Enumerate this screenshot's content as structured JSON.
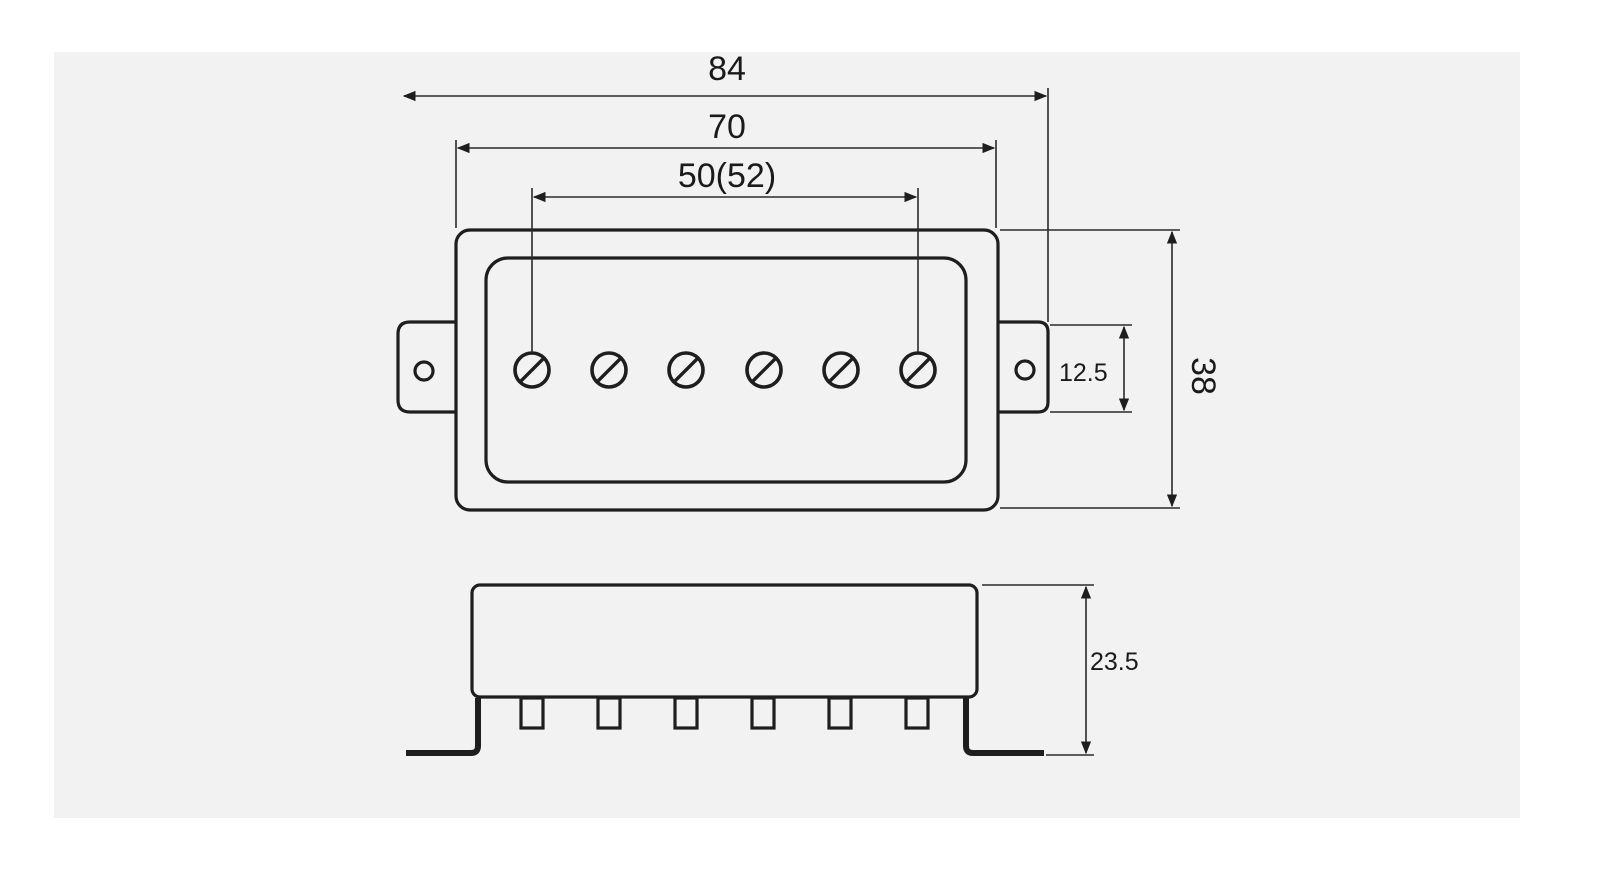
{
  "colors": {
    "page_background": "#ffffff",
    "panel_background": "#f2f2f2",
    "line": "#1e1e1e"
  },
  "dimensions": {
    "overall_width": "84",
    "cover_width": "70",
    "pole_spacing": "50(52)",
    "tab_height": "12.5",
    "cover_height": "38",
    "body_height": "23.5"
  },
  "top_view": {
    "pole_screw_count": 6,
    "mounting_tab_count": 2
  },
  "side_view": {
    "pole_leg_count": 6
  }
}
